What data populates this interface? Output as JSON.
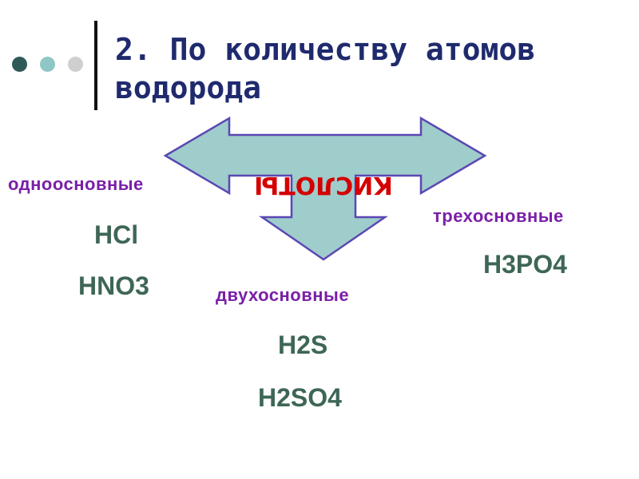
{
  "slide": {
    "title": "2. По количеству атомов водорода",
    "arrow_label": "КИСЛОТЫ",
    "bullet_colors": [
      "#2f5a57",
      "#8fc7c4",
      "#cfcfcf"
    ],
    "arrow_fill": "#9ecdcb",
    "arrow_stroke": "#5b47b3"
  },
  "groups": [
    {
      "name": "одноосновные",
      "formulas": [
        "HCl",
        "HNO3"
      ]
    },
    {
      "name": "двухосновные",
      "formulas": [
        "H2S",
        "H2SO4"
      ]
    },
    {
      "name": "трехосновные",
      "formulas": [
        "H3PO4"
      ]
    }
  ]
}
